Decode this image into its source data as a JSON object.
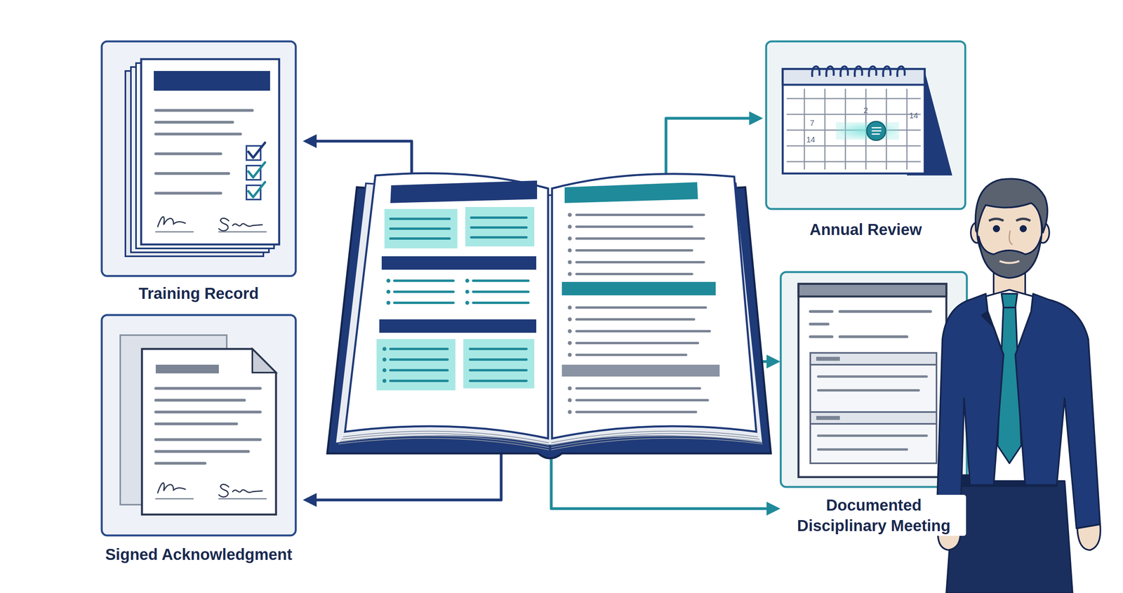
{
  "diagram": {
    "nodes": [
      {
        "text": [
          "Training Record"
        ]
      },
      {
        "text": [
          "Annual Review"
        ]
      },
      {
        "text": [
          "Documented Disciplinary Meeting"
        ]
      },
      {
        "text": [
          "Signed Acknowledgment"
        ]
      }
    ],
    "labels": [
      "2",
      "14",
      "7",
      "14"
    ]
  }
}
